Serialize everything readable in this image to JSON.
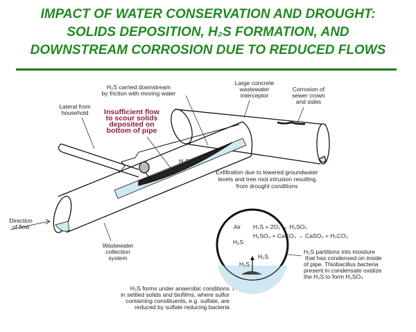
{
  "title": {
    "line1": "IMPACT OF WATER CONSERVATION AND DROUGHT:",
    "line2": "SOLIDS DEPOSITION, H₂S FORMATION, AND",
    "line3": "DOWNSTREAM CORROSION DUE TO REDUCED FLOWS"
  },
  "labels": {
    "h2s_carried": [
      "H₂S carried downstream",
      "by friction with moving water"
    ],
    "lateral": [
      "Lateral from",
      "household"
    ],
    "insufficient_flow": [
      "Insufficient flow",
      "to scour solids",
      "deposited on",
      "bottom of pipe"
    ],
    "interceptor": [
      "Large concrete",
      "wastewater",
      "interceptor"
    ],
    "corrosion": [
      "Corrosion of",
      "sewer crown",
      "and sides"
    ],
    "pipe_h2s": "H₂S",
    "exfiltration": [
      "Exfiltration due to lowered groundwater",
      "levels and tree root intrusion resulting",
      "from drought conditions"
    ],
    "direction": [
      "Direction",
      "of flow"
    ],
    "collection": [
      "Wastewater",
      "collection",
      "system"
    ],
    "air": "Air",
    "equation1": "H₂S + 2O₂ → H₂SO₄",
    "equation2": "H₂SO₄ + CaCO₃ → CaSO₄ + H₂CO₃",
    "h2s_a": "H₂S",
    "h2s_b": "H₂S",
    "h2s_c": "H₂S",
    "partitions": [
      "H₂S partitions into moisture",
      "that has condensed on inside",
      "of pipe. Thiobacillus bacteria",
      "present in condensate oxidize",
      "the H₂S to form H₂SO₄"
    ],
    "anaerobic": [
      "H₂S forms under anaerobic conditions",
      "in settled solids and biofilms, where sulfur",
      "containing constituents, e.g. sulfate, are",
      "reduced by sulfate reducing bacteria"
    ]
  },
  "colors": {
    "title": "#1f8a1f",
    "rule": "#1a7a1a",
    "highlight": "#8b1f3f",
    "water": "#cfe8f3"
  }
}
